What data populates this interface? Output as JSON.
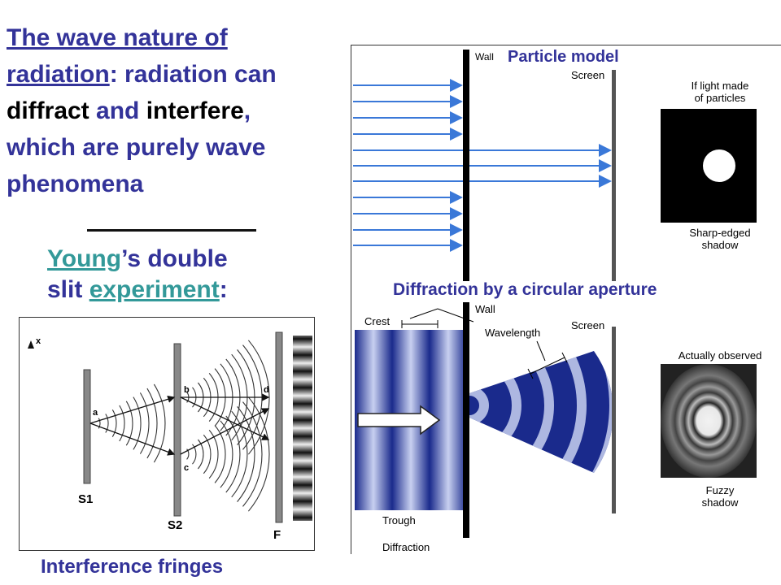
{
  "heading": {
    "link1": "The wave nature of",
    "link2": "radiation",
    "rest1": ": radiation can",
    "diffract": "diffract",
    "and": " and ",
    "interfere": "interfere",
    "comma": ",",
    "line4": "which are purely wave",
    "line5": "phenomena"
  },
  "young": {
    "link1": "Young",
    "text1": "’s double",
    "text2": "slit ",
    "link2": "experiment",
    "colon": ":"
  },
  "captions": {
    "particle_model": "Particle model",
    "circular_aperture": "Diffraction by a circular aperture",
    "interference_fringes": "Interference fringes"
  },
  "top_panel": {
    "wall": "Wall",
    "screen": "Screen",
    "if_light_1": "If light made",
    "if_light_2": "of particles",
    "sharp_1": "Sharp-edged",
    "sharp_2": "shadow"
  },
  "bottom_panel": {
    "crest": "Crest",
    "wall": "Wall",
    "wavelength": "Wavelength",
    "screen": "Screen",
    "actually": "Actually observed",
    "trough": "Trough",
    "diffraction": "Diffraction",
    "fuzzy_1": "Fuzzy",
    "fuzzy_2": "shadow"
  },
  "slit_diagram": {
    "x_axis": "x",
    "a": "a",
    "b": "b",
    "c": "c",
    "d": "d",
    "s1": "S1",
    "s2": "S2",
    "f": "F"
  },
  "colors": {
    "heading": "#333399",
    "link_teal": "#339999",
    "arrow_blue": "#3a78d8",
    "wave_dark": "#1a2a8c",
    "wave_light": "#c8d0f0"
  }
}
